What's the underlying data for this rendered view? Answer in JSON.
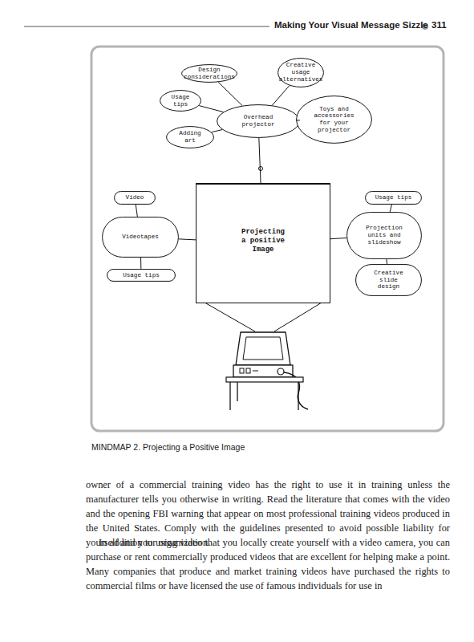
{
  "diagram": {
    "caption": "MINDMAP 2. Projecting a Positive Image",
    "nodes": [
      {
        "text": [
          "Design considerations"
        ]
      },
      {
        "text": [
          "Creative usage alternatives"
        ]
      },
      {
        "text": [
          "Usage tips"
        ]
      },
      {
        "text": [
          "Overhead projector"
        ]
      },
      {
        "text": [
          "Toys and accessories for your projector"
        ]
      },
      {
        "text": [
          "Adding art"
        ]
      },
      {
        "text": [
          "Projecting a positive Image"
        ]
      },
      {
        "text": [
          "Video"
        ]
      },
      {
        "text": [
          "Usage tips"
        ]
      },
      {
        "text": [
          "Videotapes"
        ]
      },
      {
        "text": [
          "Projection units and slideshow"
        ]
      },
      {
        "text": [
          "Usage tips"
        ]
      },
      {
        "text": [
          "Creative slide design"
        ]
      }
    ],
    "edges": [
      {
        "from": 3,
        "to": 0,
        "arrow": "none"
      },
      {
        "from": 3,
        "to": 1,
        "arrow": "none"
      },
      {
        "from": 3,
        "to": 2,
        "arrow": "none"
      },
      {
        "from": 3,
        "to": 4,
        "arrow": "none"
      },
      {
        "from": 3,
        "to": 5,
        "arrow": "none"
      },
      {
        "from": 6,
        "to": 3,
        "arrow": "none"
      },
      {
        "from": 6,
        "to": 9,
        "arrow": "none"
      },
      {
        "from": 6,
        "to": 10,
        "arrow": "none"
      },
      {
        "from": 9,
        "to": 7,
        "arrow": "none"
      },
      {
        "from": 9,
        "to": 11,
        "arrow": "none"
      },
      {
        "from": 10,
        "to": 8,
        "arrow": "none"
      },
      {
        "from": 10,
        "to": 12,
        "arrow": "none"
      }
    ],
    "labels": [
      "Making Your Visual Message Sizzle",
      "311",
      "owner of a commercial training video has the right to use it in training unless the manufacturer tells you otherwise in writing. Read the literature that comes with the video and the opening FBI warning that appear on most professional training videos produced in the United States. Comply with the guidelines presented to avoid possible liability for yourself and your organization.",
      "In addition to using video that you locally create yourself with a video camera, you can purchase or rent commercially produced videos that are excellent for helping make a point. Many companies that produce and market training videos have purchased the rights to commercial films or have licensed the use of famous individuals for use in"
    ]
  }
}
